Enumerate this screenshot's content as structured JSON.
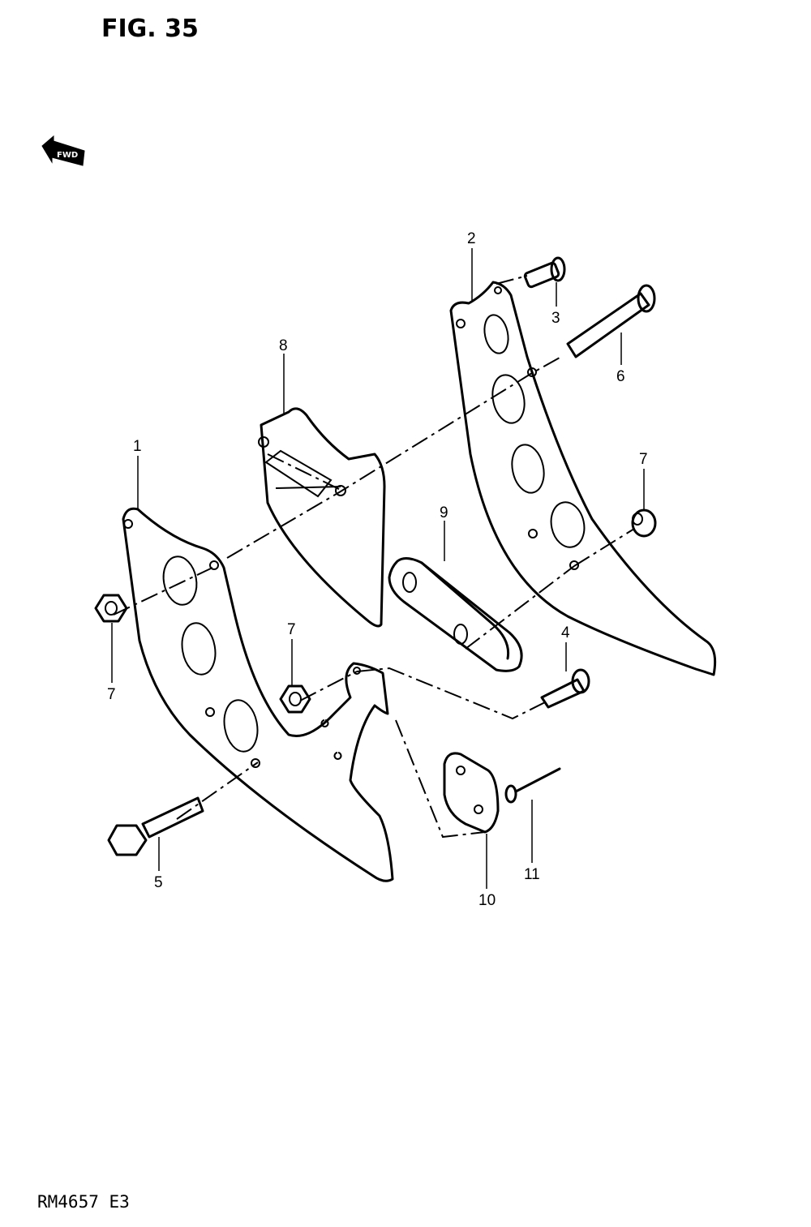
{
  "figure": {
    "title": "FIG. 35",
    "model_code": "RM4657 E3",
    "direction_label": "FWD"
  },
  "icons": {
    "direction": "forward-arrow-icon"
  },
  "callouts": [
    {
      "id": "1",
      "label": "1"
    },
    {
      "id": "2",
      "label": "2"
    },
    {
      "id": "3",
      "label": "3"
    },
    {
      "id": "4",
      "label": "4"
    },
    {
      "id": "5",
      "label": "5"
    },
    {
      "id": "6",
      "label": "6"
    },
    {
      "id": "7a",
      "label": "7"
    },
    {
      "id": "7b",
      "label": "7"
    },
    {
      "id": "7c",
      "label": "7"
    },
    {
      "id": "8",
      "label": "8"
    },
    {
      "id": "9",
      "label": "9"
    },
    {
      "id": "10",
      "label": "10"
    },
    {
      "id": "11",
      "label": "11"
    }
  ]
}
